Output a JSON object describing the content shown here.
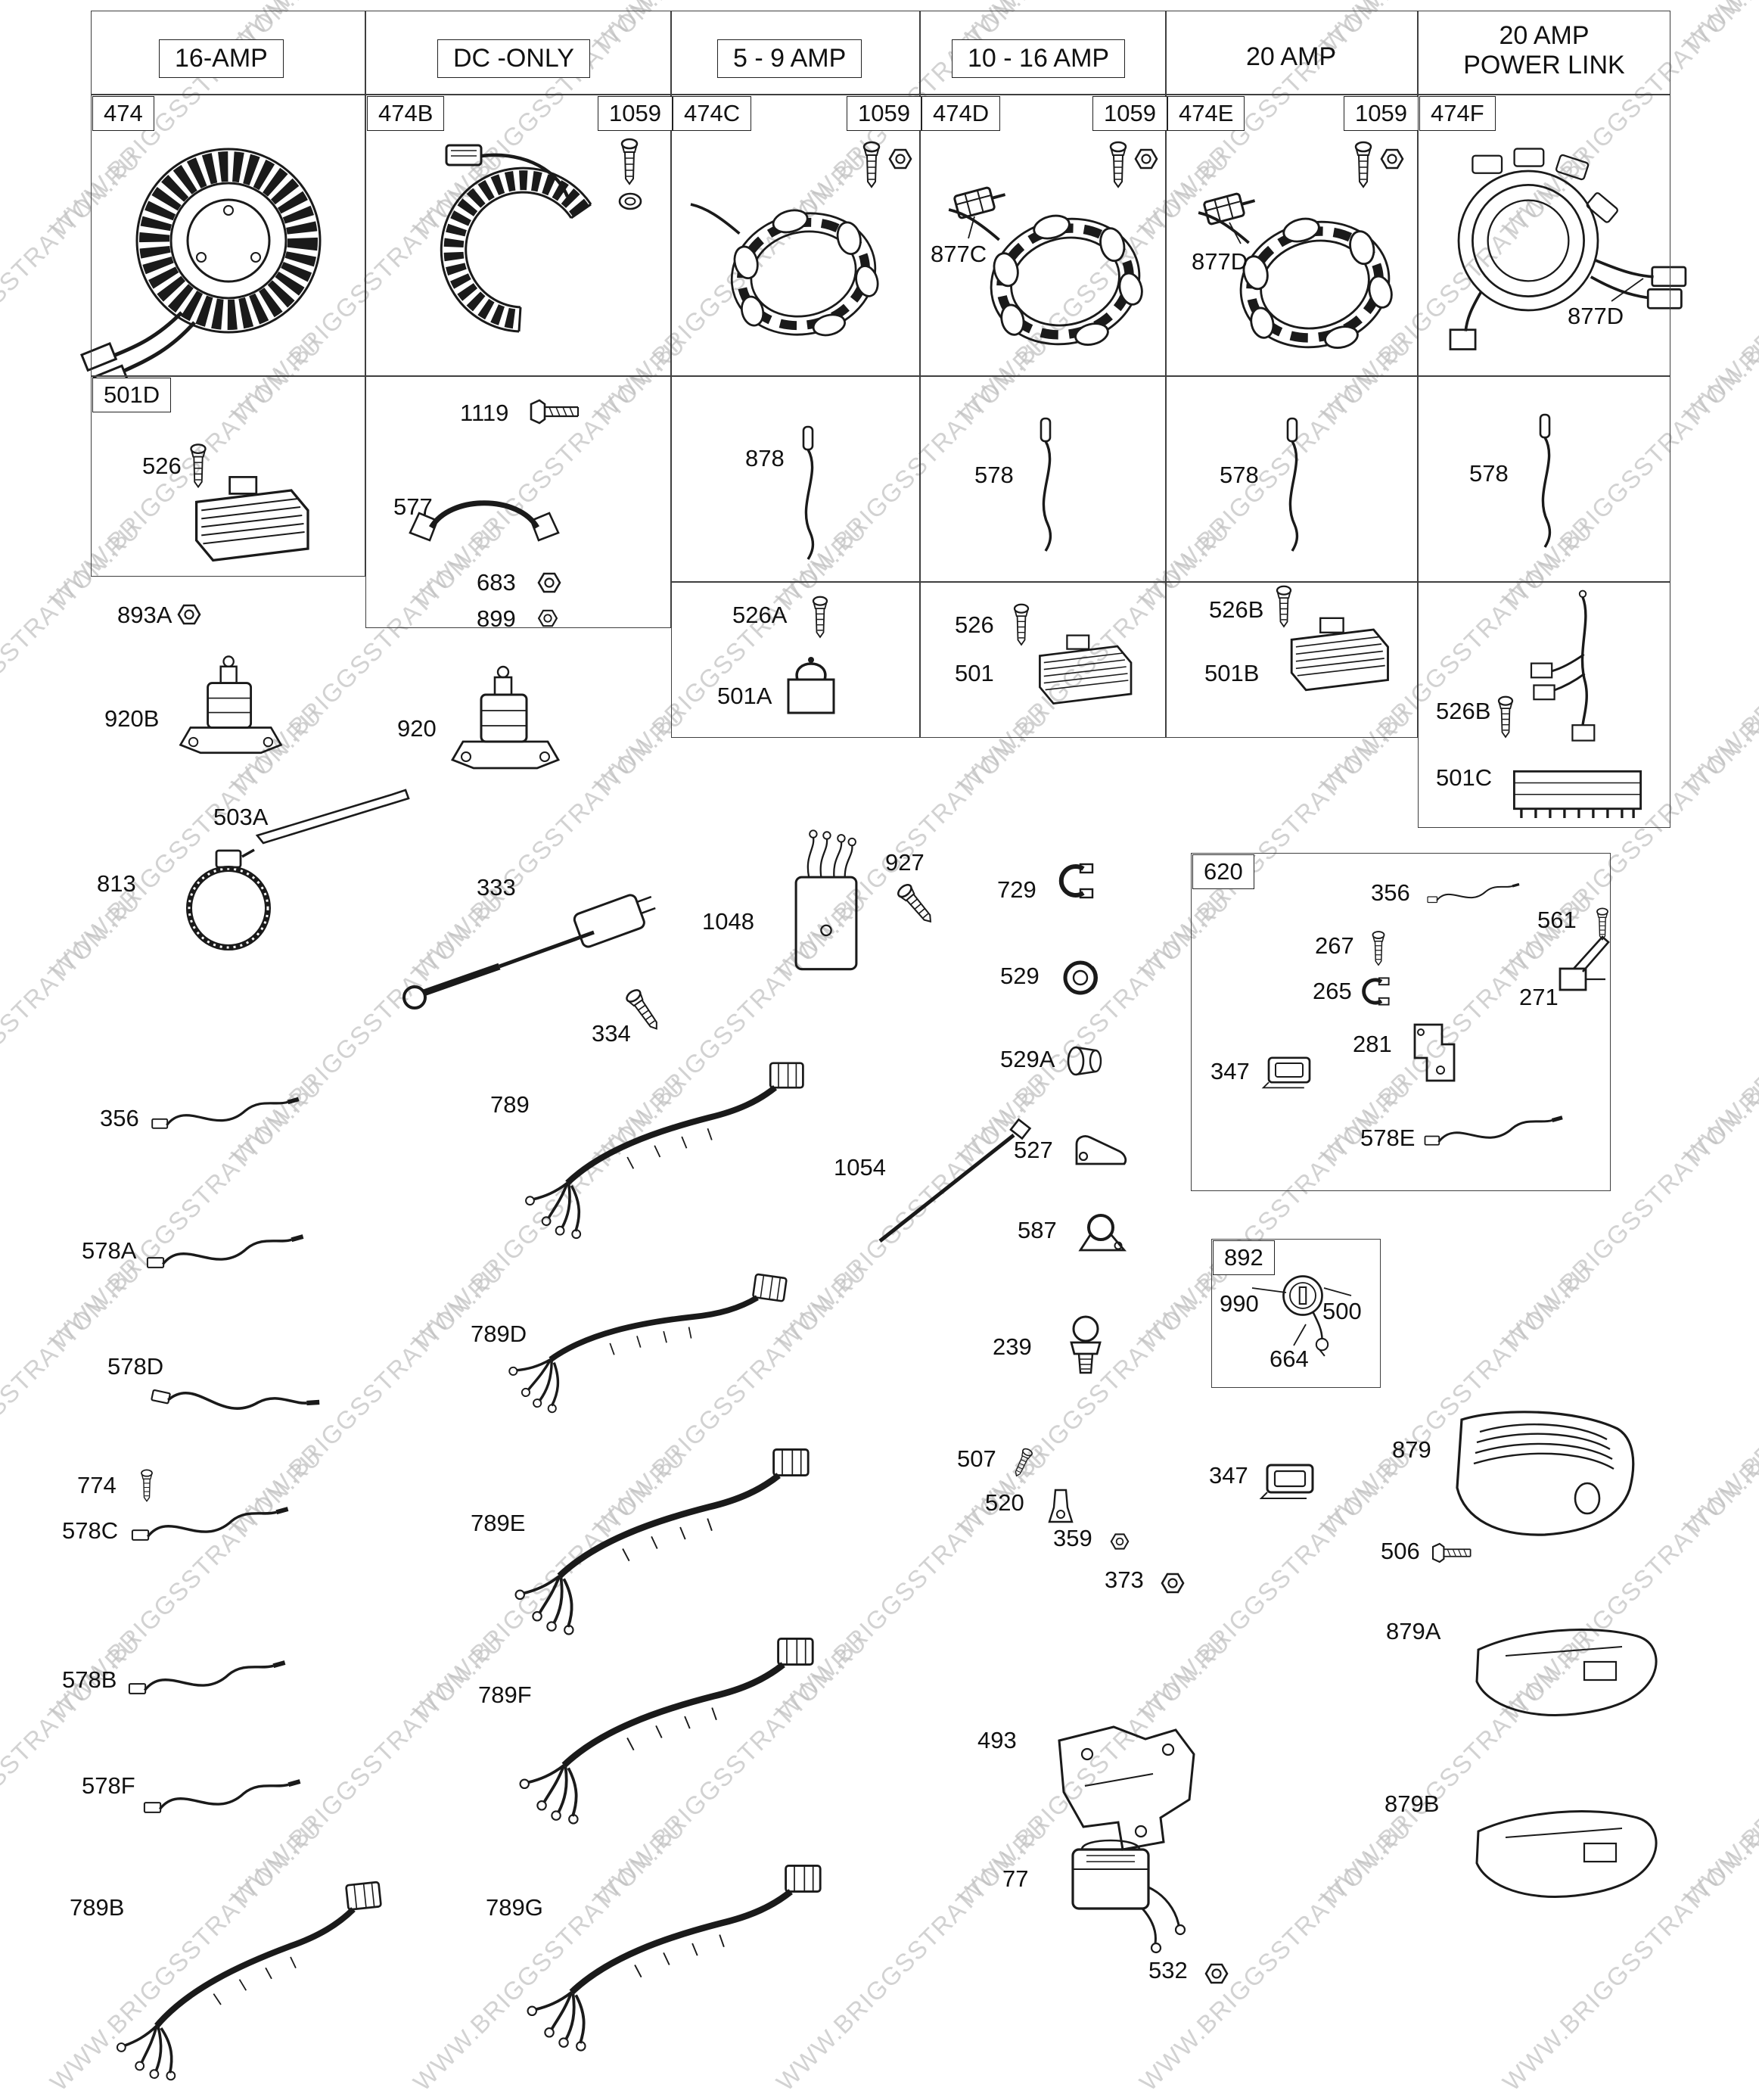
{
  "watermark": "WWW.BRIGGSSTRATTON.RU",
  "grid": {
    "col1": {
      "header": "16-AMP",
      "alternator_tag": "474",
      "regulator_tag": "501D",
      "screw": "526"
    },
    "col2": {
      "header": "DC -ONLY",
      "alternator_tag": "474B",
      "hardware_tag": "1059",
      "bolt": "1119",
      "jumper": "577",
      "nut_a": "683",
      "nut_b": "899"
    },
    "col3": {
      "header": "5 - 9 AMP",
      "alternator_tag": "474C",
      "hardware_tag": "1059",
      "probe": "878",
      "screw": "526A",
      "regulator": "501A"
    },
    "col4": {
      "header": "10 - 16 AMP",
      "alternator_tag": "474D",
      "hardware_tag": "1059",
      "connector": "877C",
      "probe": "578",
      "screw": "526",
      "regulator": "501"
    },
    "col5": {
      "header": "20 AMP",
      "alternator_tag": "474E",
      "hardware_tag": "1059",
      "connector": "877D",
      "probe": "578",
      "screw": "526B",
      "regulator": "501B"
    },
    "col6": {
      "header_line1": "20 AMP",
      "header_line2": "POWER LINK",
      "alternator_tag": "474F",
      "connector": "877D",
      "probe": "578",
      "screw": "526B",
      "regulator": "501C"
    }
  },
  "box620": {
    "tag": "620",
    "wire": "356",
    "screw_small": "561",
    "screw": "267",
    "clip": "265",
    "lever_switch": "271",
    "bracket": "281",
    "rocker_switch": "347",
    "harness_wire": "578E"
  },
  "box892": {
    "tag": "892",
    "switch_body": "990",
    "key": "500",
    "nut": "664"
  },
  "parts": {
    "nut_893A": "893A",
    "solenoid_920B": "920B",
    "bracket_503A": "503A",
    "clamp_813": "813",
    "solenoid_920": "920",
    "cable_333": "333",
    "screw_334": "334",
    "module_1048": "1048",
    "screw_927": "927",
    "clip_729": "729",
    "grommet_529": "529",
    "plug_529A": "529A",
    "wire_356": "356",
    "harness_789": "789",
    "cable_tie_1054": "1054",
    "clamp_527": "527",
    "clamp_587": "587",
    "wire_578A": "578A",
    "harness_789D": "789D",
    "oil_switch_239": "239",
    "wire_578D": "578D",
    "screw_774": "774",
    "wire_578C": "578C",
    "harness_789E": "789E",
    "screw_507": "507",
    "terminal_520": "520",
    "nut_359": "359",
    "nut_373": "373",
    "rocker_switch_347": "347",
    "cover_879": "879",
    "screw_506": "506",
    "cover_879A": "879A",
    "wire_578B": "578B",
    "harness_789F": "789F",
    "bracket_493": "493",
    "cover_879B": "879B",
    "wire_578F": "578F",
    "relay_77": "77",
    "harness_789G": "789G",
    "nut_532": "532",
    "harness_789B": "789B"
  }
}
